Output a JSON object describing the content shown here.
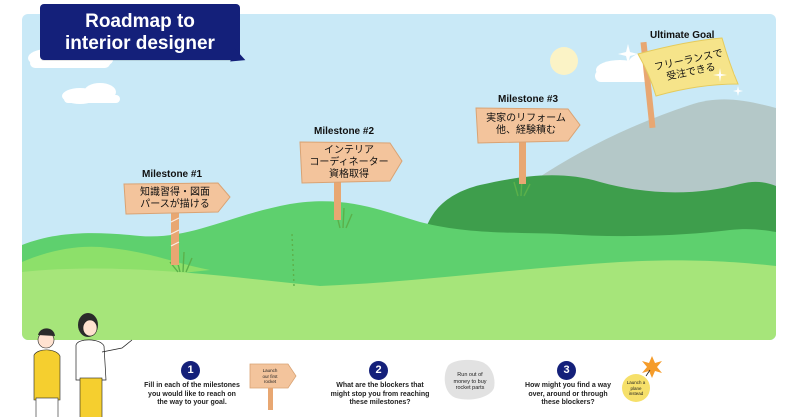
{
  "title": {
    "line1": "Roadmap to",
    "line2": "interior designer"
  },
  "milestones": [
    {
      "label": "Milestone #1",
      "sign_line1": "知識習得・図面",
      "sign_line2": "パースが描ける"
    },
    {
      "label": "Milestone #2",
      "sign_line1": "インテリア",
      "sign_line2": "コーディネーター",
      "sign_line3": "資格取得"
    },
    {
      "label": "Milestone #3",
      "sign_line1": "実家のリフォーム",
      "sign_line2": "他、経験積む"
    }
  ],
  "goal": {
    "label": "Ultimate Goal",
    "flag_line1": "フリーランスで",
    "flag_line2": "受注できる"
  },
  "steps": [
    {
      "number": "1",
      "line1": "Fill in each of the milestones",
      "line2": "you would like to reach on",
      "line3": "the way to your goal."
    },
    {
      "number": "2",
      "line1": "What are the blockers that",
      "line2": "might stop you from reaching",
      "line3": "these milestones?"
    },
    {
      "number": "3",
      "line1": "How might you find a way",
      "line2": "over, around or through",
      "line3": "these blockers?"
    }
  ],
  "examples": {
    "sign": {
      "line1": "Launch",
      "line2": "our first",
      "line3": "rocket"
    },
    "rock": {
      "line1": "Run out of",
      "line2": "money to buy",
      "line3": "rocket parts"
    },
    "bomb": {
      "line1": "Launch a",
      "line2": "plane",
      "line3": "instead"
    }
  },
  "colors": {
    "title_bg": "#14207a",
    "sky": "#c8e8f6",
    "sign_wood": "#f3c49c",
    "flag": "#f6e48a"
  }
}
